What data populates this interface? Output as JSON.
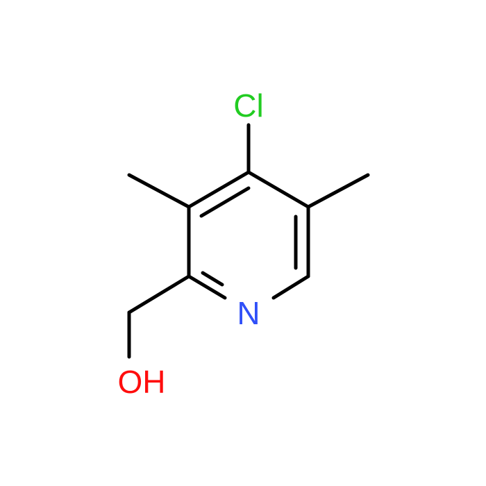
{
  "molecule": {
    "atoms": {
      "chlorine": {
        "label": "Cl",
        "color": "#22cc22"
      },
      "nitrogen": {
        "label": "N",
        "color": "#3050f8"
      },
      "hydroxyl": {
        "label": "OH",
        "color": "#ff0d0d"
      }
    },
    "bond_color": "#000000"
  }
}
